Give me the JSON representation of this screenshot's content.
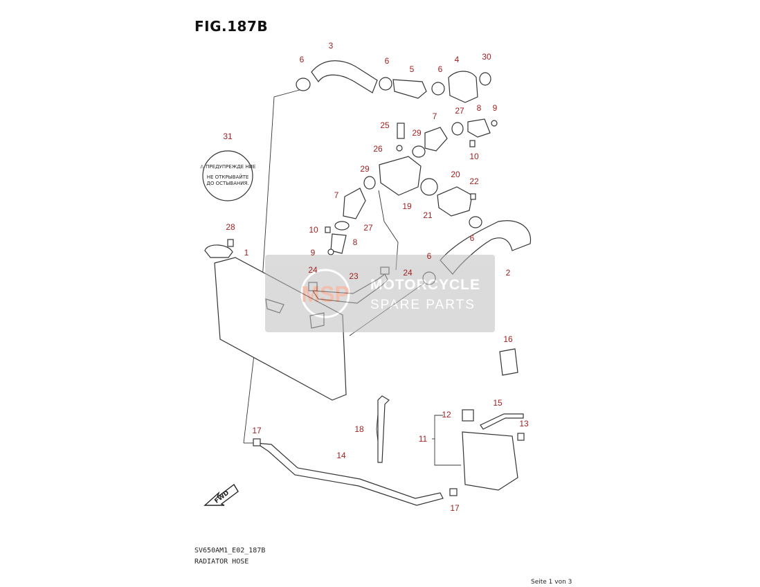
{
  "figure": {
    "title": "FIG.187B",
    "model_code": "SV650AM1_E02_187B",
    "section_name": "RADIATOR HOSE",
    "page_indicator": "Seite 1 von 3"
  },
  "warning_label": {
    "line1": "⚠ ПРЕДУПРЕЖДЕ НИЕ",
    "line2": "НЕ ОТКРЫВАЙТЕ",
    "line3": "ДО ОСТЫВАНИЯ."
  },
  "fwd_label": "FWD",
  "watermark": {
    "logo": "MSP",
    "line1": "MOTORCYCLE",
    "line2": "SPARE PARTS"
  },
  "callouts": [
    {
      "label": "3"
    },
    {
      "label": "6"
    },
    {
      "label": "6"
    },
    {
      "label": "5"
    },
    {
      "label": "6"
    },
    {
      "label": "4"
    },
    {
      "label": "30"
    },
    {
      "label": "31"
    },
    {
      "label": "25"
    },
    {
      "label": "7"
    },
    {
      "label": "27"
    },
    {
      "label": "8"
    },
    {
      "label": "9"
    },
    {
      "label": "29"
    },
    {
      "label": "26"
    },
    {
      "label": "10"
    },
    {
      "label": "29"
    },
    {
      "label": "20"
    },
    {
      "label": "22"
    },
    {
      "label": "7"
    },
    {
      "label": "19"
    },
    {
      "label": "21"
    },
    {
      "label": "28"
    },
    {
      "label": "10"
    },
    {
      "label": "27"
    },
    {
      "label": "8"
    },
    {
      "label": "1"
    },
    {
      "label": "9"
    },
    {
      "label": "6"
    },
    {
      "label": "6"
    },
    {
      "label": "2"
    },
    {
      "label": "24"
    },
    {
      "label": "24"
    },
    {
      "label": "23"
    },
    {
      "label": "16"
    },
    {
      "label": "15"
    },
    {
      "label": "12"
    },
    {
      "label": "13"
    },
    {
      "label": "18"
    },
    {
      "label": "11"
    },
    {
      "label": "17"
    },
    {
      "label": "14"
    },
    {
      "label": "17"
    }
  ]
}
